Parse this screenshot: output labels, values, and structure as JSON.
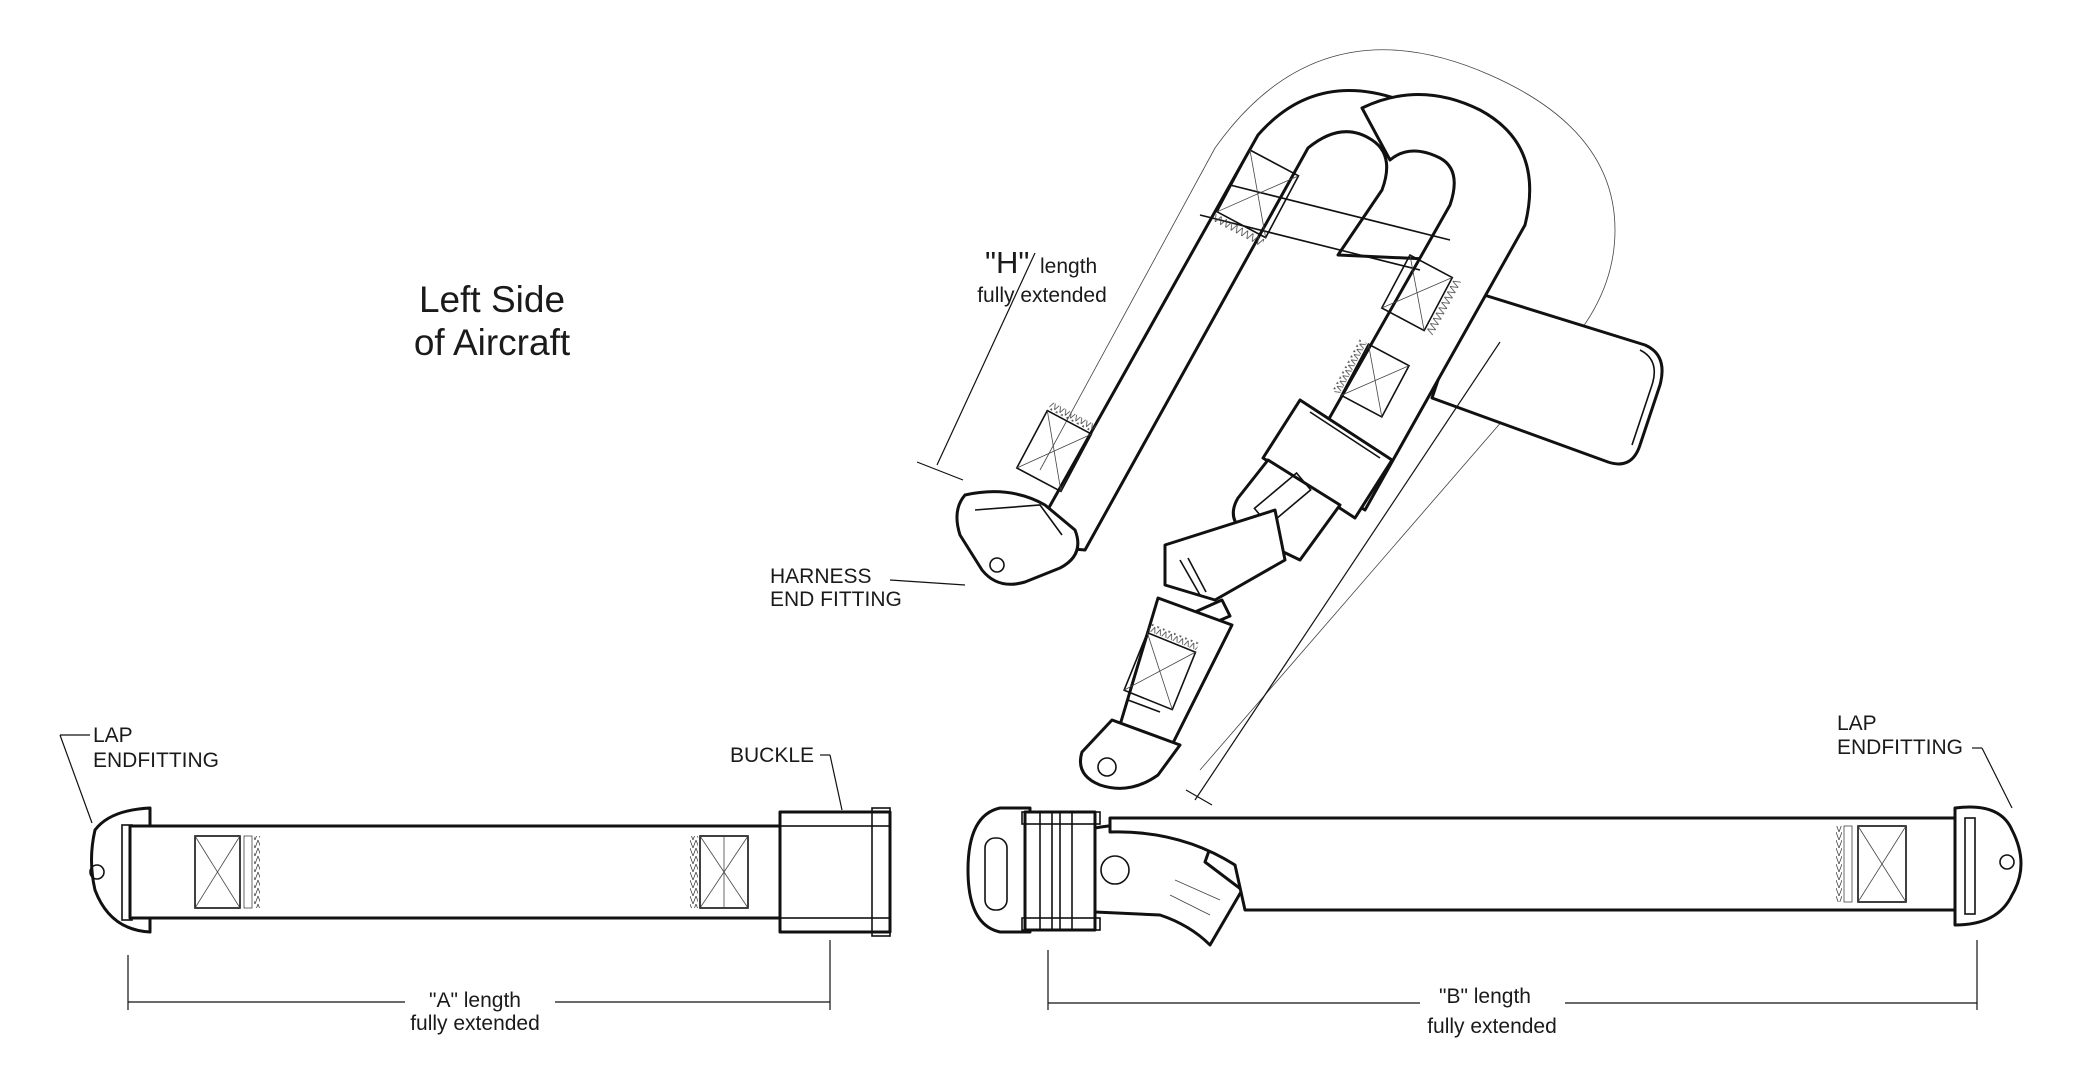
{
  "diagram": {
    "title_line1": "Left Side",
    "title_line2": "of Aircraft",
    "harness_label_line1": "HARNESS",
    "harness_label_line2": "END FITTING",
    "lap_left_line1": "LAP",
    "lap_left_line2": "ENDFITTING",
    "buckle_label": "BUCKLE",
    "lap_right_line1": "LAP",
    "lap_right_line2": "ENDFITTING",
    "h_length_big": "\"H\"",
    "h_length_small": "length",
    "h_length_line2": "fully extended",
    "a_length_line1": "\"A\" length",
    "a_length_line2": "fully extended",
    "b_length_line1": "\"B\" length",
    "b_length_line2": "fully extended"
  },
  "colors": {
    "line": "#111111",
    "background": "#ffffff"
  }
}
